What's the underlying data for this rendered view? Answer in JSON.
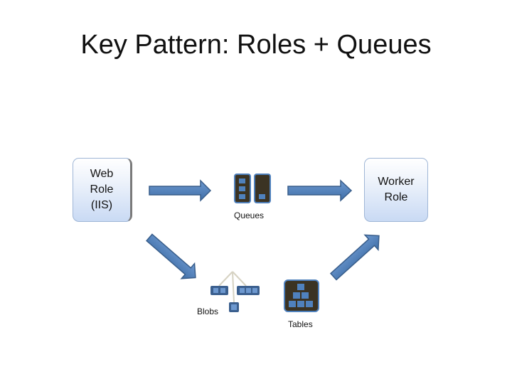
{
  "slide": {
    "title": "Key Pattern: Roles + Queues"
  },
  "nodes": {
    "web_role": {
      "label": "Web\nRole\n(IIS)"
    },
    "worker_role": {
      "label": "Worker\nRole"
    },
    "queues": {
      "label": "Queues"
    },
    "blobs": {
      "label": "Blobs"
    },
    "tables": {
      "label": "Tables"
    }
  },
  "colors": {
    "arrow_fill": "#4f81bd",
    "arrow_stroke": "#385d8a",
    "icon_dark": "#3b3323",
    "icon_blue": "#4f81bd",
    "box_edge": "#9fb6d6"
  }
}
